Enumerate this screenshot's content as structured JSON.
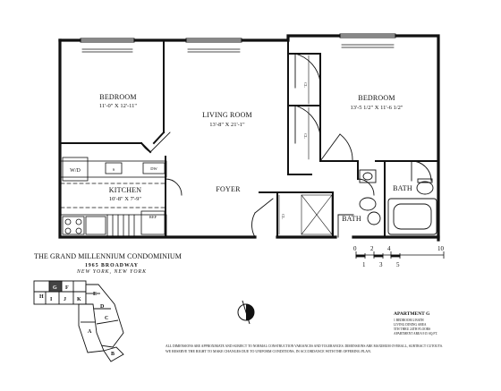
{
  "rooms": {
    "bedroom_left": {
      "name": "BEDROOM",
      "dims": "11'-0\" X 12'-11\""
    },
    "living_room": {
      "name": "LIVING ROOM",
      "dims": "13'-8\" X 21'-1\""
    },
    "bedroom_right": {
      "name": "BEDROOM",
      "dims": "13'-5 1/2\" X 11'-6 1/2\""
    },
    "kitchen": {
      "name": "KITCHEN",
      "dims": "10'-8\" X 7'-9\""
    },
    "foyer": {
      "name": "FOYER"
    },
    "bath_right": {
      "name": "BATH"
    },
    "bath_center": {
      "name": "BATH"
    },
    "wd": {
      "name": "W/D"
    },
    "dw": {
      "name": "DW"
    },
    "ref": {
      "name": "REF"
    },
    "s": {
      "name": "S"
    },
    "cl_1": {
      "name": "CL"
    },
    "cl_2": {
      "name": "CL"
    },
    "cl_3": {
      "name": "CL"
    }
  },
  "scale": {
    "top": [
      "0",
      "2",
      "4",
      "10"
    ],
    "bottom": [
      "1",
      "3",
      "5"
    ]
  },
  "building": {
    "name": "THE GRAND MILLENNIUM CONDOMINIUM",
    "address_1": "1965 BROADWAY",
    "address_2": "NEW YORK, NEW YORK"
  },
  "keyplan": {
    "letters": [
      "H",
      "G",
      "F",
      "I",
      "J",
      "K",
      "E",
      "D",
      "C",
      "A",
      "B"
    ]
  },
  "apartment": {
    "label": "APARTMENT G",
    "details": [
      "1 BEDROOM 2 BATH",
      "LIVING DINING AREA",
      "5TH THRU 24TH FLOORS",
      "APARTMENT AREA 915 SQ.FT."
    ]
  },
  "disclaimer": {
    "line_1": "ALL DIMENSIONS ARE APPROXIMATE AND SUBJECT TO NORMAL CONSTRUCTION VARIANCES AND TOLERANCES. DIMENSIONS ARE MAXIMUM OVERALL, SUBTRACT CUTOUTS.",
    "line_2": "WE RESERVE THE RIGHT TO MAKE CHANGES DUE TO UNIFORM CONDITIONS, IN ACCORDANCE WITH THE OFFERING PLAN."
  }
}
